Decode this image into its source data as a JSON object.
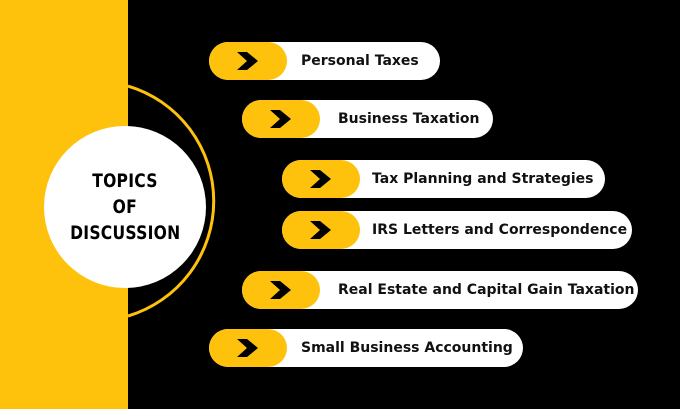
{
  "colors": {
    "accent": "#FEC20C",
    "background": "#000000",
    "pill": "#FFFFFF"
  },
  "heading": {
    "line1": "TOPICS",
    "line2": "OF",
    "line3": "DISCUSSION"
  },
  "topics": [
    {
      "label": "Personal Taxes",
      "icon": "chevron-right-icon"
    },
    {
      "label": "Business Taxation",
      "icon": "chevron-right-icon"
    },
    {
      "label": "Tax Planning and Strategies",
      "icon": "chevron-right-icon"
    },
    {
      "label": "IRS Letters and Correspondence",
      "icon": "chevron-right-icon"
    },
    {
      "label": "Real Estate and Capital Gain Taxation",
      "icon": "chevron-right-icon"
    },
    {
      "label": "Small Business Accounting",
      "icon": "chevron-right-icon"
    }
  ]
}
